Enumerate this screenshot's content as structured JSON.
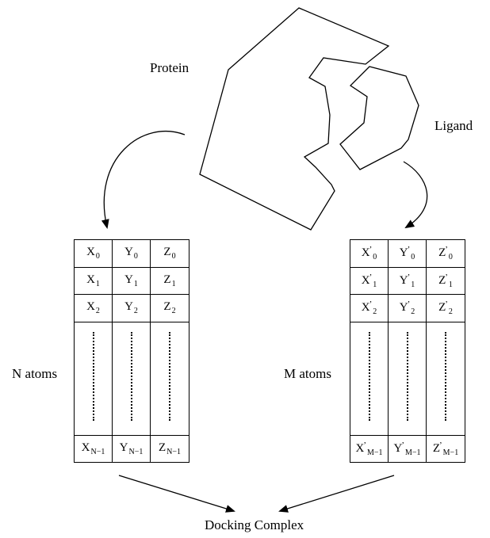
{
  "labels": {
    "protein": "Protein",
    "ligand": "Ligand",
    "n_atoms": "N atoms",
    "m_atoms": "M atoms",
    "docking_complex": "Docking Complex"
  },
  "protein_table": {
    "rows": [
      [
        {
          "b": "X",
          "s": "0"
        },
        {
          "b": "Y",
          "s": "0"
        },
        {
          "b": "Z",
          "s": "0"
        }
      ],
      [
        {
          "b": "X",
          "s": "1"
        },
        {
          "b": "Y",
          "s": "1"
        },
        {
          "b": "Z",
          "s": "1"
        }
      ],
      [
        {
          "b": "X",
          "s": "2"
        },
        {
          "b": "Y",
          "s": "2"
        },
        {
          "b": "Z",
          "s": "2"
        }
      ]
    ],
    "last_row": [
      {
        "b": "X",
        "s": "N−1"
      },
      {
        "b": "Y",
        "s": "N−1"
      },
      {
        "b": "Z",
        "s": "N−1"
      }
    ]
  },
  "ligand_table": {
    "rows": [
      [
        {
          "b": "X",
          "p": "’",
          "s": "0"
        },
        {
          "b": "Y",
          "p": "’",
          "s": "0"
        },
        {
          "b": "Z",
          "p": "’",
          "s": "0"
        }
      ],
      [
        {
          "b": "X",
          "p": "’",
          "s": "1"
        },
        {
          "b": "Y",
          "p": "’",
          "s": "1"
        },
        {
          "b": "Z",
          "p": "’",
          "s": "1"
        }
      ],
      [
        {
          "b": "X",
          "p": "’",
          "s": "2"
        },
        {
          "b": "Y",
          "p": "’",
          "s": "2"
        },
        {
          "b": "Z",
          "p": "’",
          "s": "2"
        }
      ]
    ],
    "last_row": [
      {
        "b": "X",
        "p": "’",
        "s": "M−1"
      },
      {
        "b": "Y",
        "p": "’",
        "s": "M−1"
      },
      {
        "b": "Z",
        "p": "’",
        "s": "M−1"
      }
    ]
  }
}
